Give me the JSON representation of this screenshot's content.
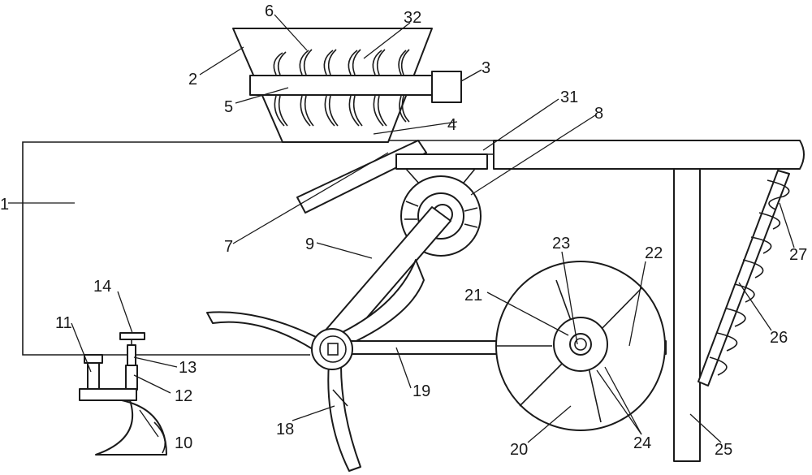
{
  "labels": {
    "l1": "1",
    "l2": "2",
    "l3": "3",
    "l4": "4",
    "l5": "5",
    "l6": "6",
    "l7": "7",
    "l8": "8",
    "l9": "9",
    "l10": "10",
    "l11": "11",
    "l12": "12",
    "l13": "13",
    "l14": "14",
    "l18": "18",
    "l19": "19",
    "l20": "20",
    "l21": "21",
    "l22": "22",
    "l23": "23",
    "l24": "24",
    "l25": "25",
    "l26": "26",
    "l27": "27",
    "l31": "31",
    "l32": "32"
  }
}
